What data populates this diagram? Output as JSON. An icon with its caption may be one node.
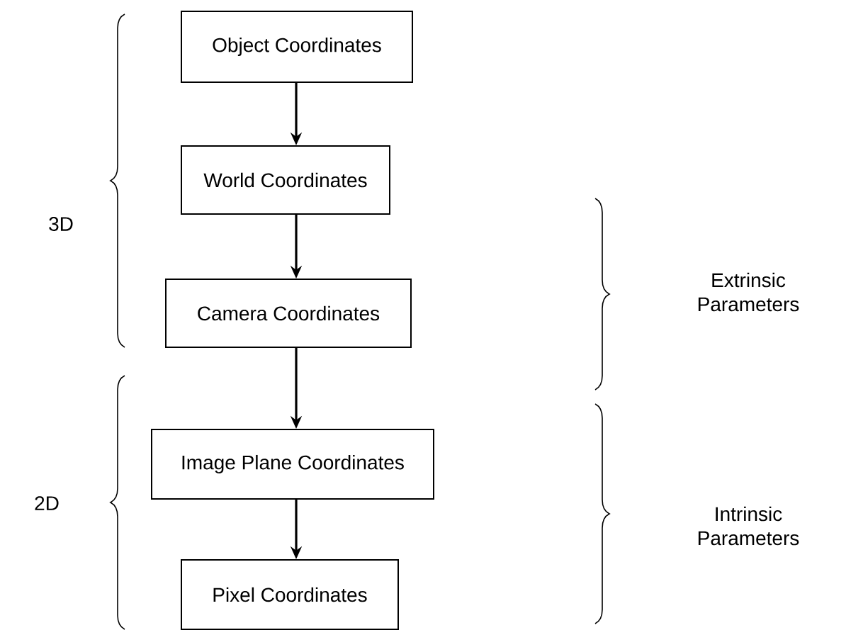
{
  "diagram": {
    "nodes": [
      {
        "text": [
          "Object Coordinates"
        ]
      },
      {
        "text": [
          "World Coordinates"
        ]
      },
      {
        "text": [
          "Camera Coordinates"
        ]
      },
      {
        "text": [
          "Image Plane Coordinates"
        ]
      },
      {
        "text": [
          "Pixel Coordinates"
        ]
      }
    ],
    "edges": [
      {
        "from": 0,
        "to": 1,
        "arrow": "to"
      },
      {
        "from": 1,
        "to": 2,
        "arrow": "to"
      },
      {
        "from": 2,
        "to": 3,
        "arrow": "to"
      },
      {
        "from": 3,
        "to": 4,
        "arrow": "to"
      }
    ],
    "labels": [
      "3D",
      "Extrinsic Parameters",
      "2D",
      "Intrinsic Parameters"
    ]
  }
}
